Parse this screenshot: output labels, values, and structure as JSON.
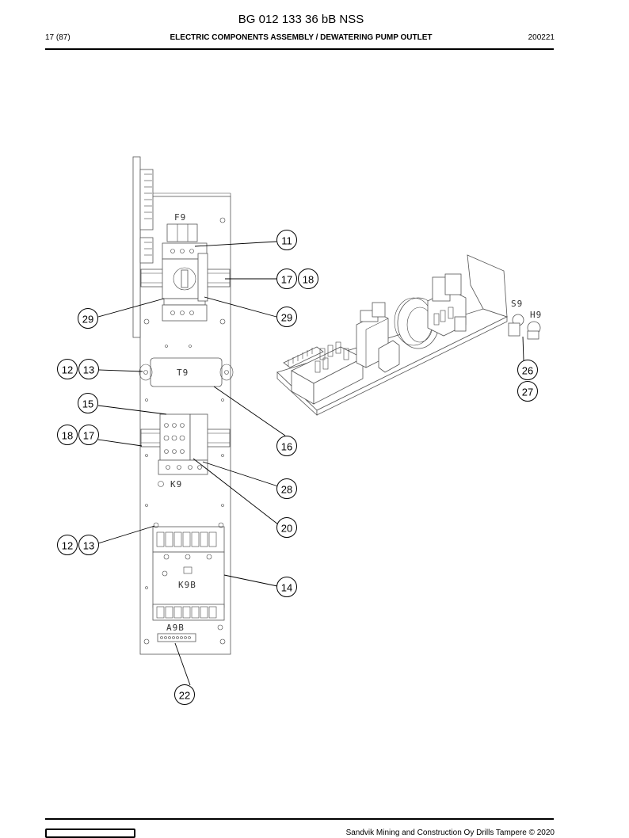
{
  "document": {
    "title": "BG 012 133 36 bB NSS",
    "page": "17 (87)",
    "section_title": "ELECTRIC COMPONENTS ASSEMBLY / DEWATERING PUMP OUTLET",
    "doc_code": "200221"
  },
  "footer": {
    "copyright": "Sandvik Mining and Construction Oy Drills Tampere © 2020"
  },
  "component_labels": {
    "f9": "F9",
    "t9": "T9",
    "k9": "K9",
    "k9b": "K9B",
    "a9b": "A9B",
    "s9": "S9",
    "h9": "H9"
  },
  "callouts": [
    {
      "id": "c11",
      "text": "11"
    },
    {
      "id": "c17a",
      "text": "17"
    },
    {
      "id": "c18a",
      "text": "18"
    },
    {
      "id": "c29a",
      "text": "29"
    },
    {
      "id": "c29b",
      "text": "29"
    },
    {
      "id": "c12a",
      "text": "12"
    },
    {
      "id": "c13a",
      "text": "13"
    },
    {
      "id": "c26",
      "text": "26"
    },
    {
      "id": "c27",
      "text": "27"
    },
    {
      "id": "c15",
      "text": "15"
    },
    {
      "id": "c18b",
      "text": "18"
    },
    {
      "id": "c17b",
      "text": "17"
    },
    {
      "id": "c16",
      "text": "16"
    },
    {
      "id": "c28",
      "text": "28"
    },
    {
      "id": "c20",
      "text": "20"
    },
    {
      "id": "c12b",
      "text": "12"
    },
    {
      "id": "c13b",
      "text": "13"
    },
    {
      "id": "c14",
      "text": "14"
    },
    {
      "id": "c22",
      "text": "22"
    }
  ]
}
